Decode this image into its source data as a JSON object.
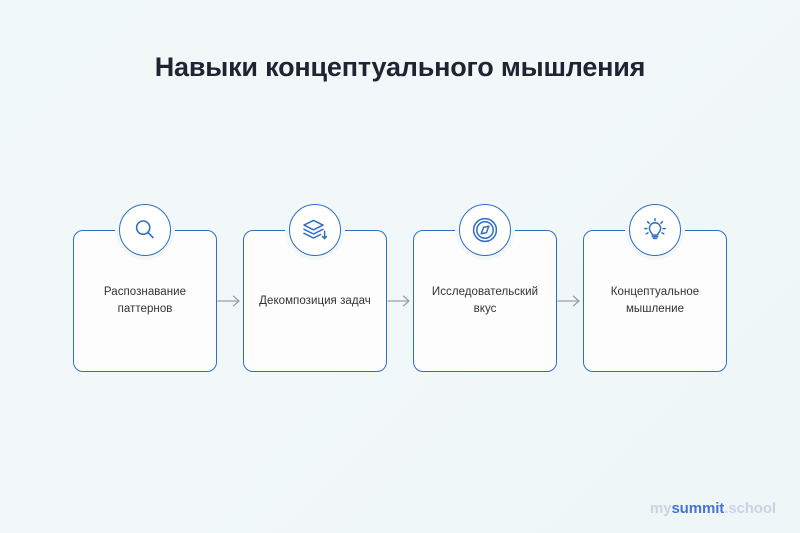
{
  "page": {
    "title": "Навыки концептуального мышления",
    "background_color": "#f1f8f8",
    "accent_color": "#2f6fc0",
    "text_color": "#303339",
    "arrow_color": "#9aa0a8"
  },
  "flow": {
    "steps": [
      {
        "label": "Распознавание паттернов",
        "icon": "magnifier-icon"
      },
      {
        "label": "Декомпозиция задач",
        "icon": "layers-arrow-icon"
      },
      {
        "label": "Исследовательский вкус",
        "icon": "compass-icon"
      },
      {
        "label": "Концептуальное мышление",
        "icon": "lightbulb-icon"
      }
    ],
    "connector_icon": "arrow-right-icon"
  },
  "logo": {
    "prefix": "my",
    "brand": "summit",
    "suffix": ".school"
  }
}
